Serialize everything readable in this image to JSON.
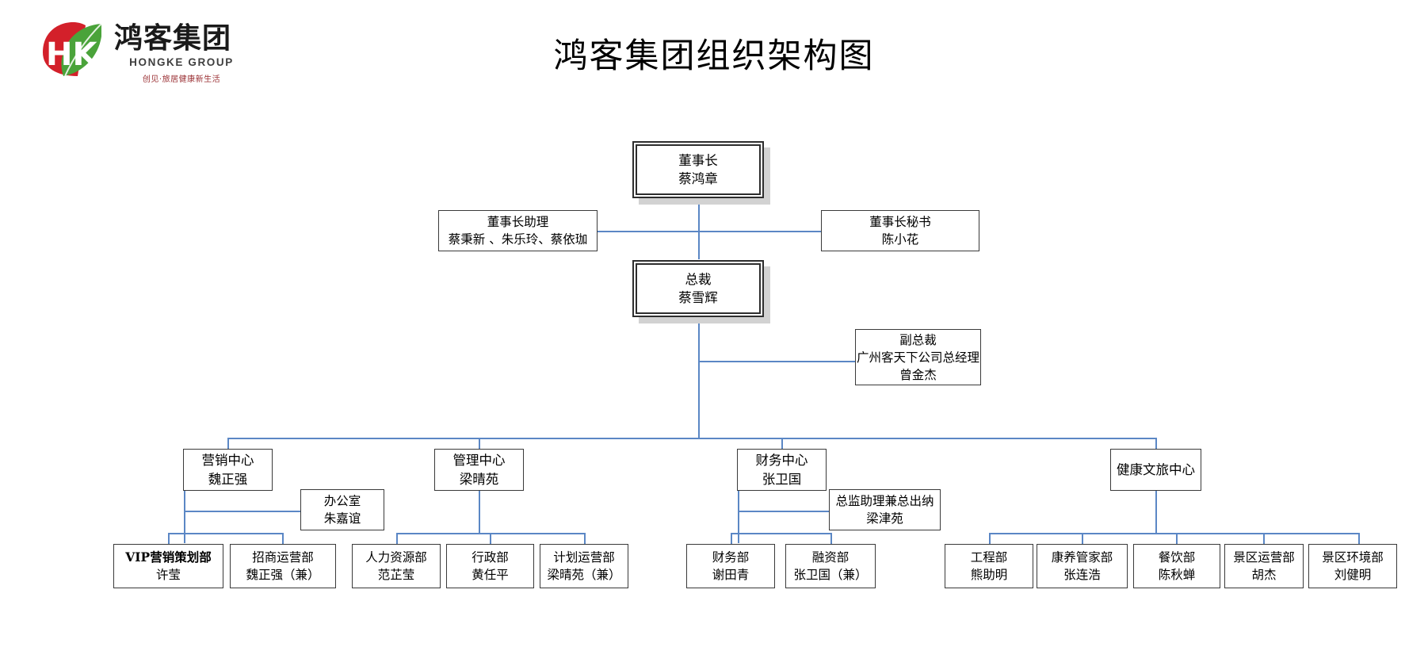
{
  "brand": {
    "logo_cn": "鸿客集团",
    "logo_en": "HONGKE GROUP",
    "slogan": "创见·旅居健康新生活",
    "mark_letters": "HK",
    "red": "#d3202a",
    "green": "#4aa33a"
  },
  "title": "鸿客集团组织架构图",
  "colors": {
    "connector": "#5b87c5",
    "box_border": "#3a3a3a",
    "exec_border": "#2e2e2e",
    "shadow": "#d2d2d2"
  },
  "chart_data": {
    "type": "diagram",
    "title": "鸿客集团组织架构图",
    "nodes": [
      {
        "id": "chairman",
        "title": "董事长",
        "name": "蔡鸿章",
        "level": 0
      },
      {
        "id": "chair-asst",
        "title": "董事长助理",
        "name": "蔡秉新 、朱乐玲、蔡依珈",
        "level": 1
      },
      {
        "id": "chair-sec",
        "title": "董事长秘书",
        "name": "陈小花",
        "level": 1
      },
      {
        "id": "president",
        "title": "总裁",
        "name": "蔡雪辉",
        "level": 1
      },
      {
        "id": "vice-pres",
        "title": "副总裁",
        "subtitle": "广州客天下公司总经理",
        "name": "曾金杰",
        "level": 2
      },
      {
        "id": "mkt-center",
        "title": "营销中心",
        "name": "魏正强",
        "level": 3
      },
      {
        "id": "mgmt-center",
        "title": "管理中心",
        "name": "梁晴苑",
        "level": 3
      },
      {
        "id": "fin-center",
        "title": "财务中心",
        "name": "张卫国",
        "level": 3
      },
      {
        "id": "health-center",
        "title": "健康文旅中心",
        "name": "",
        "level": 3
      },
      {
        "id": "office",
        "title": "办公室",
        "name": "朱嘉谊",
        "level": 4
      },
      {
        "id": "dir-asst",
        "title": "总监助理兼总出纳",
        "name": "梁津苑",
        "level": 4
      },
      {
        "id": "vip-mkt",
        "title": "VIP营销策划部",
        "name": "许莹",
        "level": 5
      },
      {
        "id": "invest-ops",
        "title": "招商运营部",
        "name": "魏正强（兼）",
        "level": 5
      },
      {
        "id": "hr",
        "title": "人力资源部",
        "name": "范芷莹",
        "level": 5
      },
      {
        "id": "admin",
        "title": "行政部",
        "name": "黄任平",
        "level": 5
      },
      {
        "id": "plan-ops",
        "title": "计划运营部",
        "name": "梁晴苑（兼）",
        "level": 5
      },
      {
        "id": "finance",
        "title": "财务部",
        "name": "谢田青",
        "level": 5
      },
      {
        "id": "funding",
        "title": "融资部",
        "name": "张卫国（兼）",
        "level": 5
      },
      {
        "id": "engineering",
        "title": "工程部",
        "name": "熊助明",
        "level": 5
      },
      {
        "id": "health-butler",
        "title": "康养管家部",
        "name": "张连浩",
        "level": 5
      },
      {
        "id": "catering",
        "title": "餐饮部",
        "name": "陈秋蝉",
        "level": 5
      },
      {
        "id": "scenic-ops",
        "title": "景区运营部",
        "name": "胡杰",
        "level": 5
      },
      {
        "id": "scenic-env",
        "title": "景区环境部",
        "name": "刘健明",
        "level": 5
      }
    ],
    "edges": [
      [
        "chairman",
        "chair-asst"
      ],
      [
        "chairman",
        "chair-sec"
      ],
      [
        "chairman",
        "president"
      ],
      [
        "president",
        "vice-pres"
      ],
      [
        "president",
        "mkt-center"
      ],
      [
        "president",
        "mgmt-center"
      ],
      [
        "president",
        "fin-center"
      ],
      [
        "president",
        "health-center"
      ],
      [
        "mkt-center",
        "office"
      ],
      [
        "mkt-center",
        "vip-mkt"
      ],
      [
        "mkt-center",
        "invest-ops"
      ],
      [
        "mgmt-center",
        "hr"
      ],
      [
        "mgmt-center",
        "admin"
      ],
      [
        "mgmt-center",
        "plan-ops"
      ],
      [
        "fin-center",
        "dir-asst"
      ],
      [
        "fin-center",
        "finance"
      ],
      [
        "fin-center",
        "funding"
      ],
      [
        "health-center",
        "engineering"
      ],
      [
        "health-center",
        "health-butler"
      ],
      [
        "health-center",
        "catering"
      ],
      [
        "health-center",
        "scenic-ops"
      ],
      [
        "health-center",
        "scenic-env"
      ]
    ]
  }
}
